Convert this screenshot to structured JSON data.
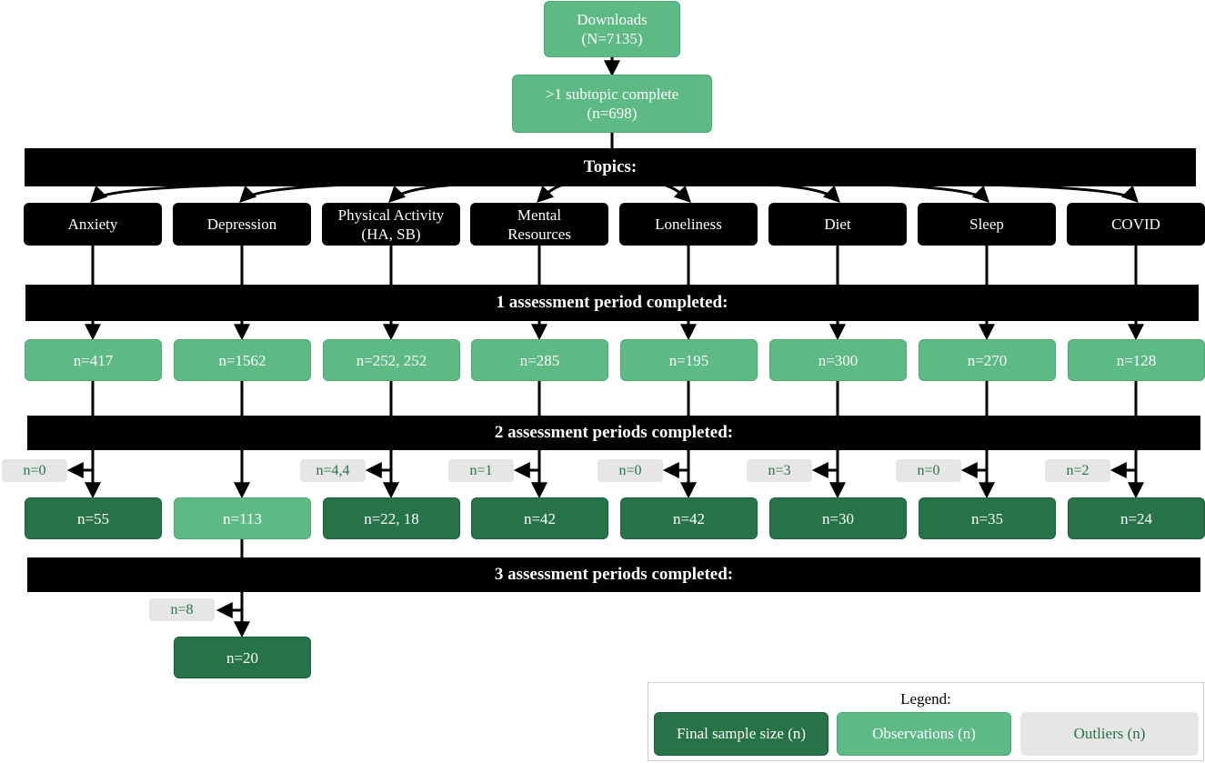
{
  "downloads": {
    "line1": "Downloads",
    "line2": "(N=7135)"
  },
  "subtopic": {
    "line1": ">1 subtopic complete",
    "line2": "(n=698)"
  },
  "stages": {
    "topics": "Topics:",
    "period1": "1 assessment period completed:",
    "period2": "2 assessment periods completed:",
    "period3": "3 assessment periods completed:"
  },
  "topics": [
    {
      "label": "Anxiety",
      "period1": "n=417",
      "outliers2": "n=0",
      "final2": "n=55"
    },
    {
      "label": "Depression",
      "period1": "n=1562",
      "outliers2": "",
      "final2": "n=113",
      "outliers3": "n=8",
      "final3": "n=20"
    },
    {
      "label": "Physical Activity\n(HA, SB)",
      "period1": "n=252, 252",
      "outliers2": "n=4,4",
      "final2": "n=22, 18"
    },
    {
      "label": "Mental\nResources",
      "period1": "n=285",
      "outliers2": "n=1",
      "final2": "n=42"
    },
    {
      "label": "Loneliness",
      "period1": "n=195",
      "outliers2": "n=0",
      "final2": "n=42"
    },
    {
      "label": "Diet",
      "period1": "n=300",
      "outliers2": "n=3",
      "final2": "n=30"
    },
    {
      "label": "Sleep",
      "period1": "n=270",
      "outliers2": "n=0",
      "final2": "n=35"
    },
    {
      "label": "COVID",
      "period1": "n=128",
      "outliers2": "n=2",
      "final2": "n=24"
    }
  ],
  "legend": {
    "title": "Legend:",
    "final": "Final sample size (n)",
    "observations": "Observations (n)",
    "outliers": "Outliers (n)"
  },
  "colors": {
    "final": "#257347",
    "observations": "#5dba85",
    "outliers": "#e6e6e6",
    "topic": "#000000"
  }
}
